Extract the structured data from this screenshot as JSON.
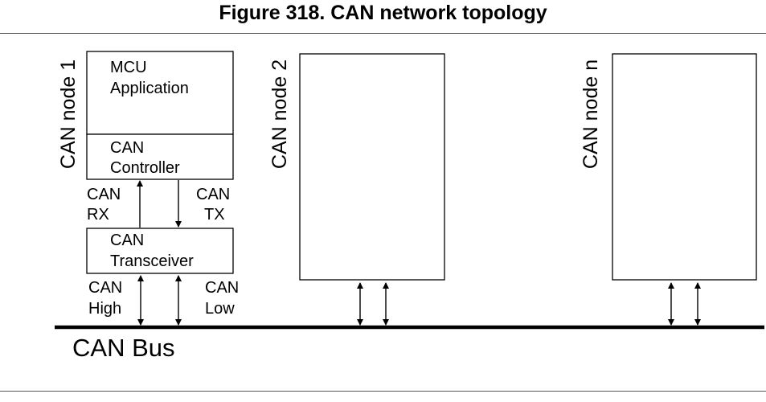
{
  "figure": {
    "caption": "Figure 318. CAN network topology"
  },
  "nodes": [
    {
      "name": "CAN node 1"
    },
    {
      "name": "CAN node 2"
    },
    {
      "name": "CAN node n"
    }
  ],
  "node1_blocks": {
    "mcu": [
      "MCU",
      "Application"
    ],
    "controller": [
      "CAN",
      "Controller"
    ],
    "transceiver": [
      "CAN",
      "Transceiver"
    ]
  },
  "signals": {
    "rx": [
      "CAN",
      "RX"
    ],
    "tx": [
      "CAN",
      "TX"
    ],
    "high": [
      "CAN",
      "High"
    ],
    "low": [
      "CAN",
      "Low"
    ]
  },
  "bus": {
    "label": "CAN Bus"
  }
}
